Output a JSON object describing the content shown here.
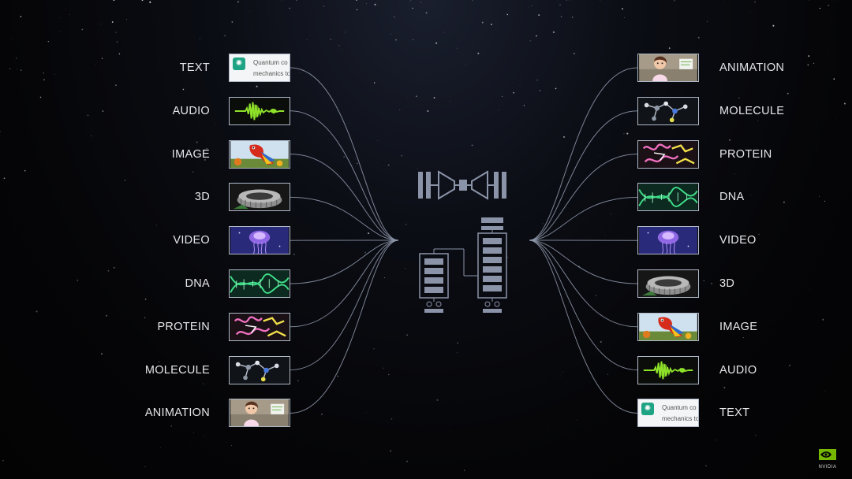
{
  "left_column": {
    "items": [
      {
        "label": "TEXT",
        "kind": "text"
      },
      {
        "label": "AUDIO",
        "kind": "audio"
      },
      {
        "label": "IMAGE",
        "kind": "image"
      },
      {
        "label": "3D",
        "kind": "3d"
      },
      {
        "label": "VIDEO",
        "kind": "video"
      },
      {
        "label": "DNA",
        "kind": "dna"
      },
      {
        "label": "PROTEIN",
        "kind": "protein"
      },
      {
        "label": "MOLECULE",
        "kind": "molecule"
      },
      {
        "label": "ANIMATION",
        "kind": "animation"
      }
    ]
  },
  "right_column": {
    "items": [
      {
        "label": "ANIMATION",
        "kind": "animation"
      },
      {
        "label": "MOLECULE",
        "kind": "molecule"
      },
      {
        "label": "PROTEIN",
        "kind": "protein"
      },
      {
        "label": "DNA",
        "kind": "dna"
      },
      {
        "label": "VIDEO",
        "kind": "video"
      },
      {
        "label": "3D",
        "kind": "3d"
      },
      {
        "label": "IMAGE",
        "kind": "image"
      },
      {
        "label": "AUDIO",
        "kind": "audio"
      },
      {
        "label": "TEXT",
        "kind": "text"
      }
    ]
  },
  "text_thumb": {
    "line1": "Quantum co",
    "line2": "mechanics to"
  },
  "brand": {
    "logo_icon": "nvidia-eye-icon",
    "wordmark": "NVIDIA",
    "accent": "#76b900"
  },
  "colors": {
    "wire": "#8f99ab",
    "block": "#8a93a8",
    "thumb_border": "#aeb8c8",
    "audio_wave": "#8fe22a"
  }
}
